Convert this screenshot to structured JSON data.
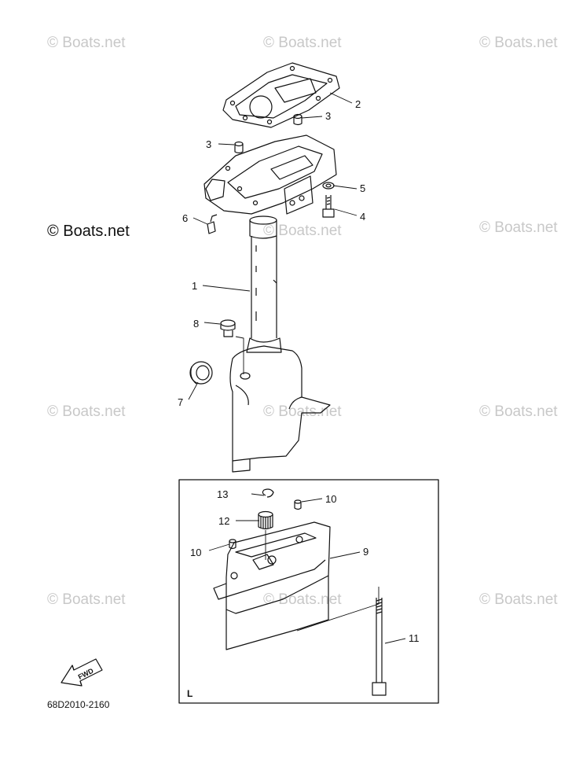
{
  "watermark_text": "© Boats.net",
  "diagram_code": "68D2010-2160",
  "inset_label": "L",
  "fwd_label": "FWD",
  "callouts": {
    "c1": "1",
    "c2": "2",
    "c3a": "3",
    "c3b": "3",
    "c4": "4",
    "c5": "5",
    "c6": "6",
    "c7": "7",
    "c8": "8",
    "c9": "9",
    "c10a": "10",
    "c10b": "10",
    "c11": "11",
    "c12": "12",
    "c13": "13"
  }
}
